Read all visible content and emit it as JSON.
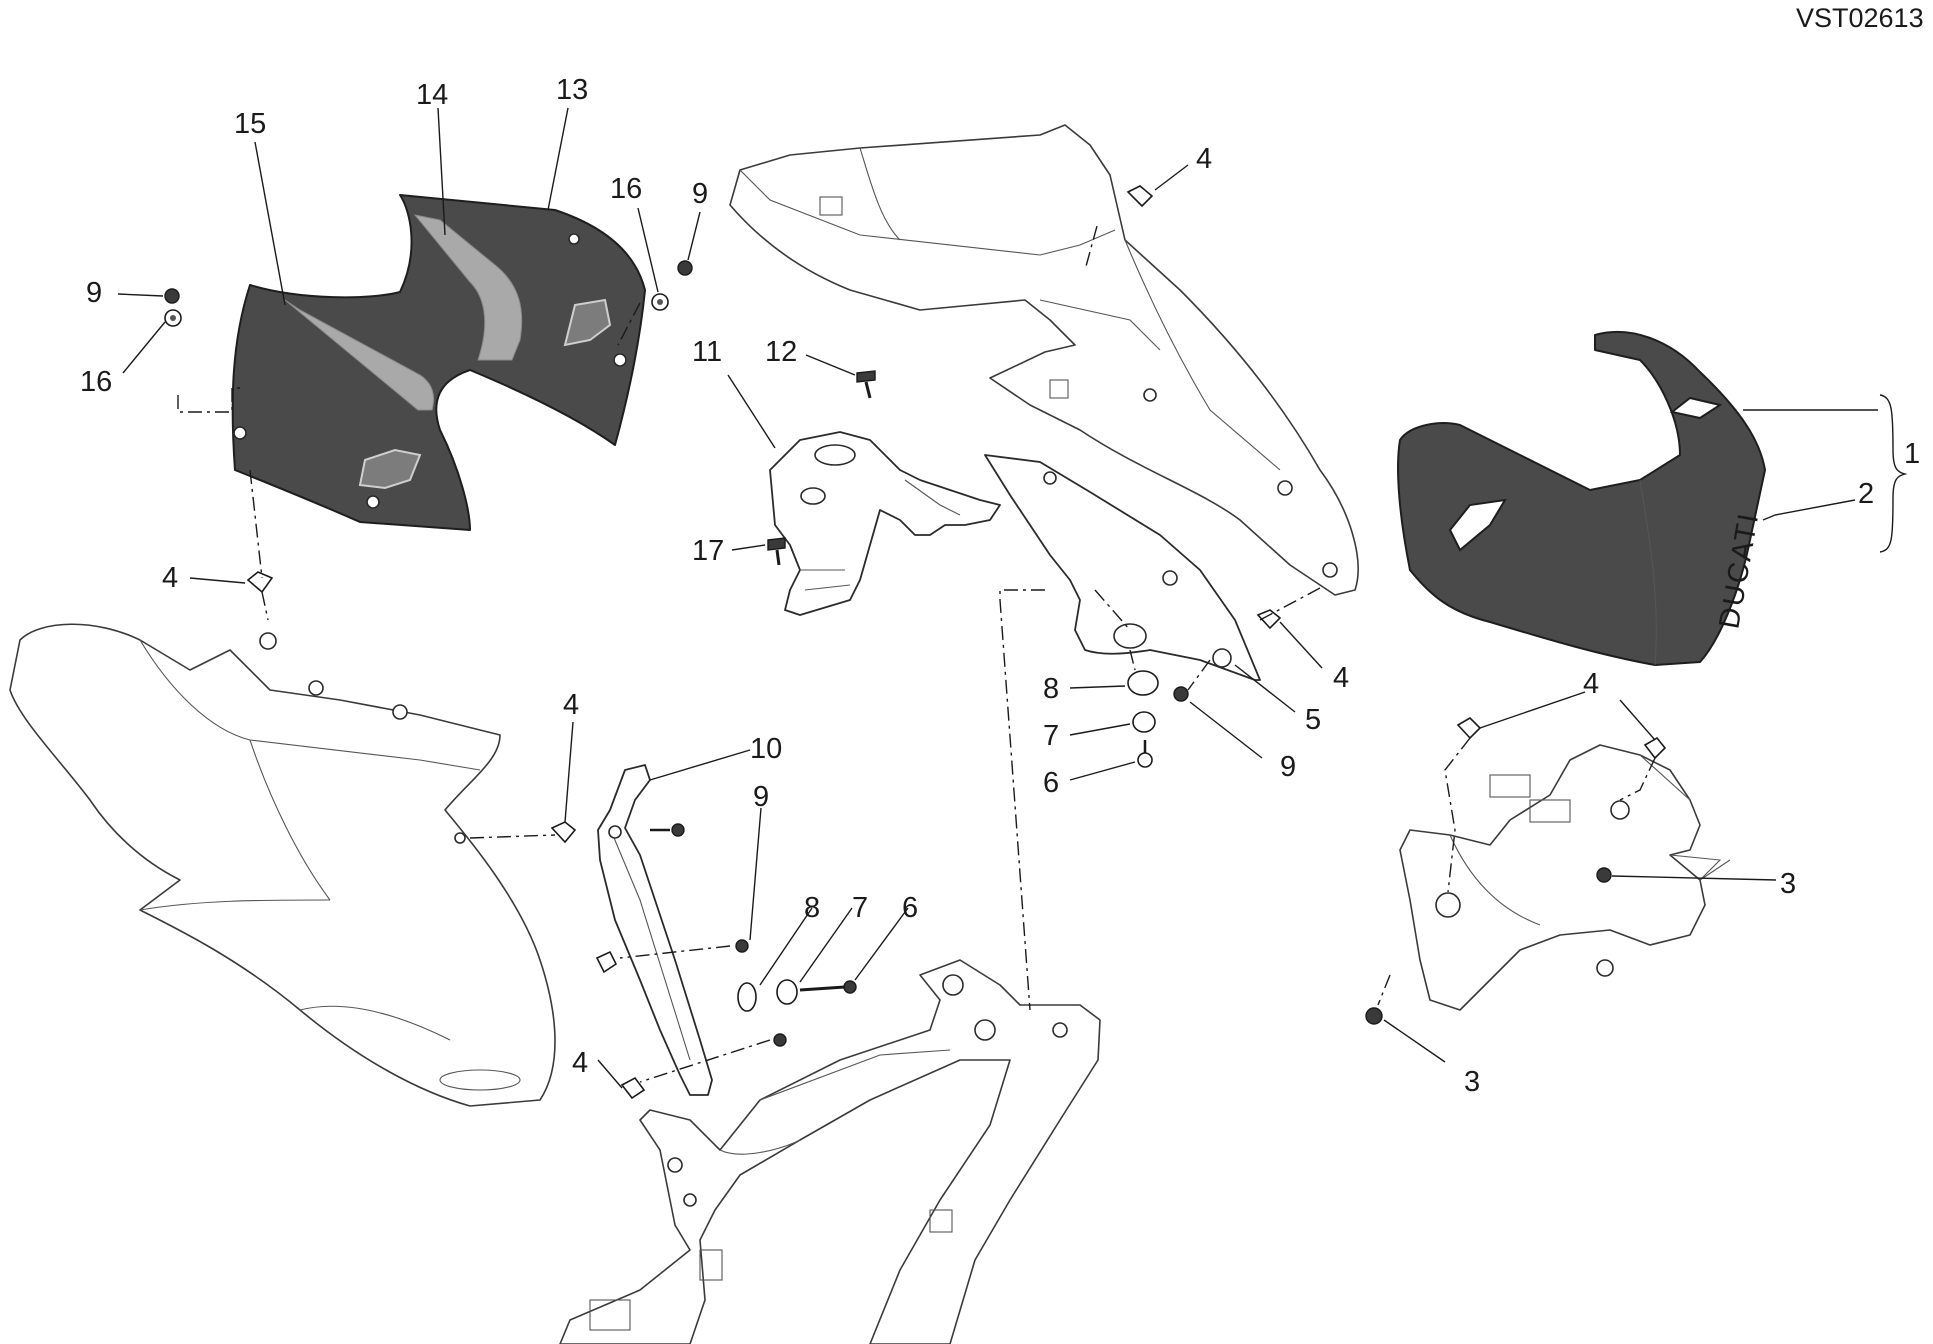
{
  "drawing_id": "VST02613",
  "callouts": {
    "c15": "15",
    "c14": "14",
    "c13": "13",
    "c16a": "16",
    "c9a": "9",
    "c9b": "9",
    "c16b": "16",
    "c4a": "4",
    "c4b": "4",
    "c11": "11",
    "c12": "12",
    "c17": "17",
    "c4c": "4",
    "c10": "10",
    "c9c": "9",
    "c8a": "8",
    "c7a": "7",
    "c6a": "6",
    "c4d": "4",
    "c8b": "8",
    "c7b": "7",
    "c6b": "6",
    "c5": "5",
    "c9d": "9",
    "c4e": "4",
    "c1": "1",
    "c2": "2",
    "c4f": "4",
    "c3a": "3",
    "c3b": "3"
  },
  "brand_mark": "DUCATI",
  "colors": {
    "panel_dark": "#4a4a4a",
    "stripe_grey": "#a9a9a9",
    "line": "#1a1a1a",
    "background": "#ffffff"
  }
}
